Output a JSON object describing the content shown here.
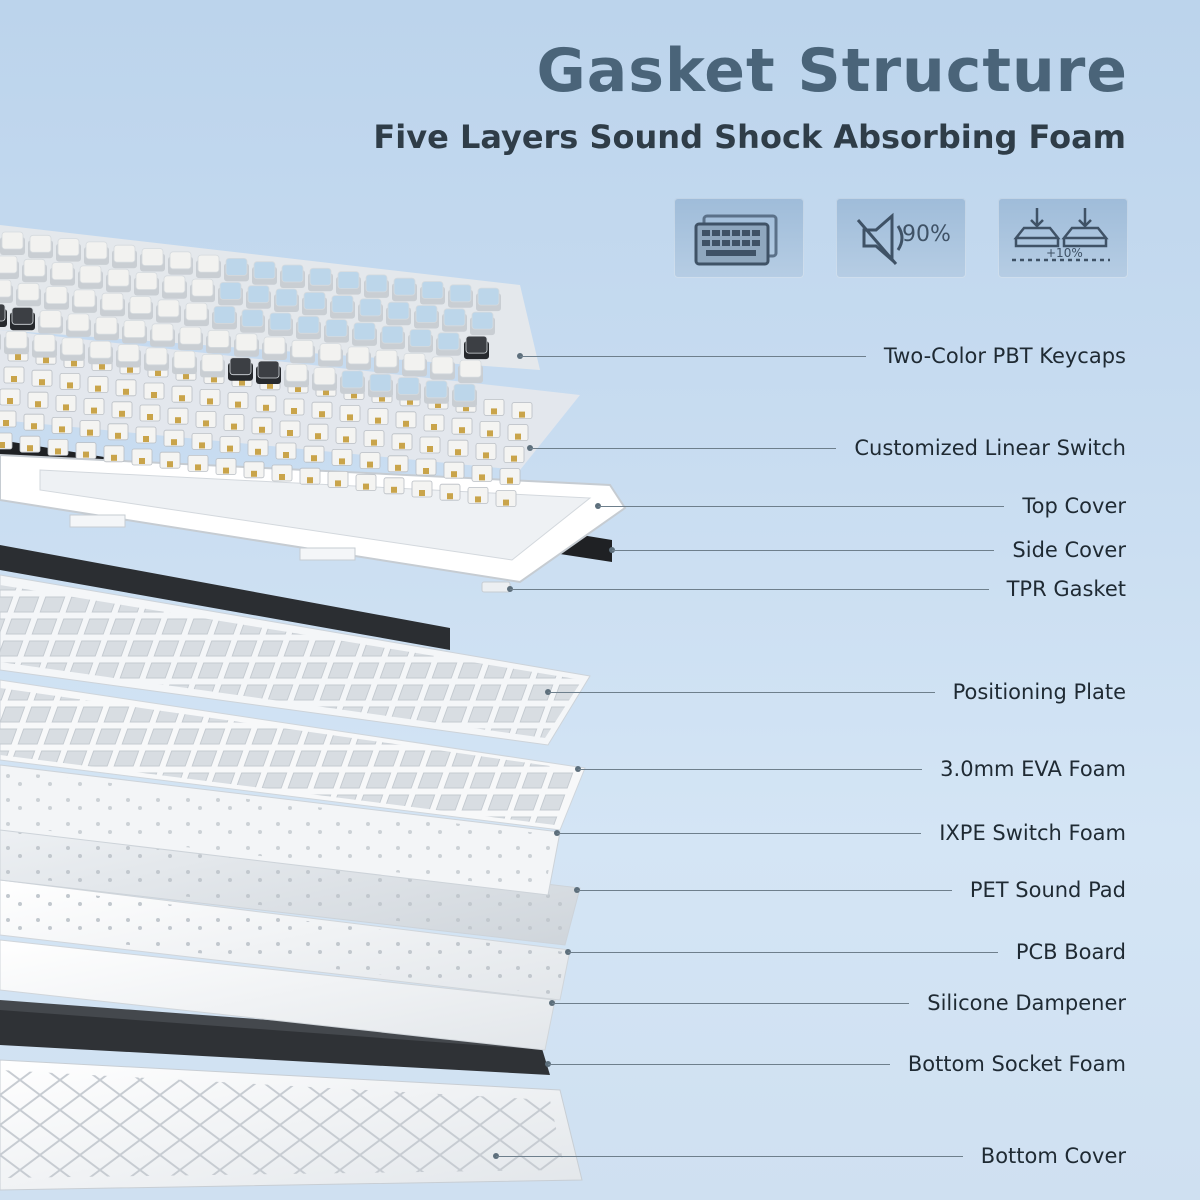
{
  "header": {
    "title": "Gasket Structure",
    "subtitle": "Five Layers Sound Shock Absorbing Foam"
  },
  "feature_icons": [
    {
      "icon": "keyboard-layers-icon"
    },
    {
      "icon": "sound-reduction-icon",
      "text": "90%"
    },
    {
      "icon": "keystroke-depth-icon",
      "text": "+10%"
    }
  ],
  "layers": [
    {
      "label": "Two-Color PBT Keycaps"
    },
    {
      "label": "Customized Linear Switch"
    },
    {
      "label": "Top Cover"
    },
    {
      "label": "Side Cover"
    },
    {
      "label": "TPR Gasket"
    },
    {
      "label": "Positioning Plate"
    },
    {
      "label": "3.0mm EVA Foam"
    },
    {
      "label": "IXPE Switch Foam"
    },
    {
      "label": "PET Sound Pad"
    },
    {
      "label": "PCB Board"
    },
    {
      "label": "Silicone Dampener"
    },
    {
      "label": "Bottom Socket Foam"
    },
    {
      "label": "Bottom Cover"
    }
  ],
  "colors": {
    "title": "#4a6479",
    "keycap_white": "#f2f2f0",
    "keycap_blue": "#bcd6ea",
    "keycap_dark": "#3c3f44",
    "switch_gold": "#c9a44a"
  }
}
